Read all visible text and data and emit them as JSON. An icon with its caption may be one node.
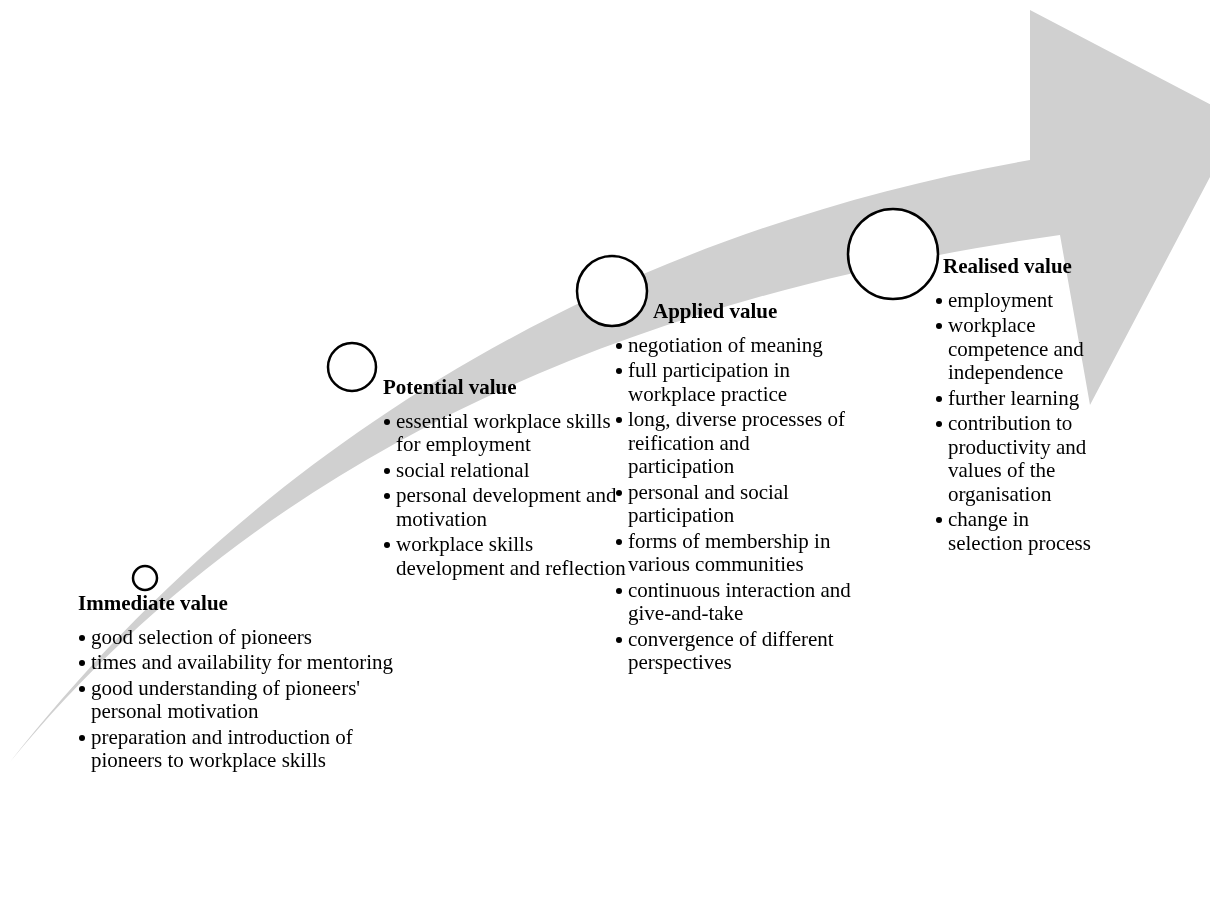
{
  "diagram": {
    "nodes": [
      {
        "text": [],
        "shape": "circle"
      },
      {
        "text": [
          "Immediate value",
          "good selection of pioneers",
          "times and availability for mentoring",
          "good understanding of pioneers' personal motivation",
          "preparation and introduction of pioneers to workplace skills"
        ]
      },
      {
        "text": [],
        "shape": "circle"
      },
      {
        "text": [
          "Potential value",
          "essential workplace skills for employment",
          "social relational",
          "personal development and motivation",
          "workplace skills development and reflection"
        ]
      },
      {
        "text": [],
        "shape": "circle"
      },
      {
        "text": [
          "Applied value",
          "negotiation of meaning",
          "full participation in workplace practice",
          "long, diverse processes of reification and participation",
          "personal and social participation",
          "forms of membership in various communities",
          "continuous interaction and give-and-take",
          "convergence of different perspectives"
        ]
      },
      {
        "text": [],
        "shape": "circle"
      },
      {
        "text": [
          "Realised value",
          "employment",
          "workplace competence and independence",
          "further learning",
          "contribution to productivity and values of the organisation",
          "change in selection process"
        ]
      }
    ],
    "edges": []
  }
}
